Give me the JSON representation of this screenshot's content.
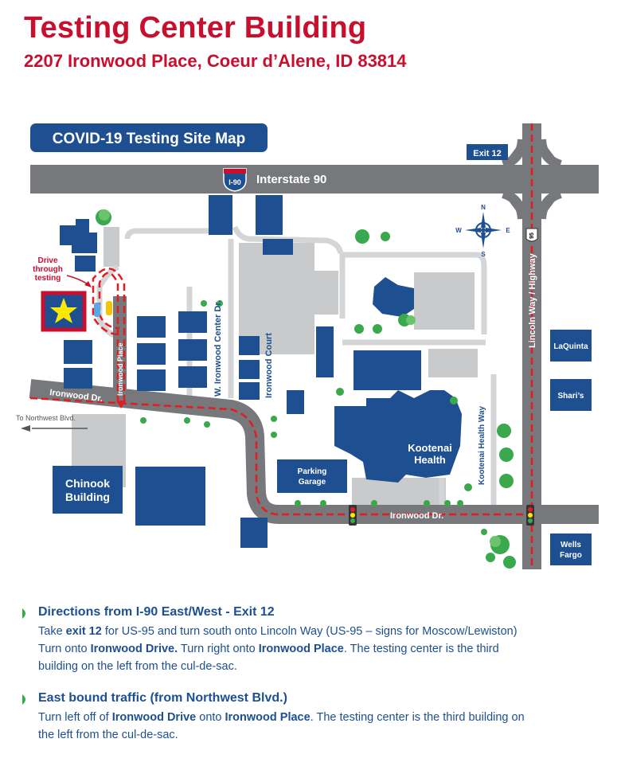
{
  "header": {
    "title": "Testing Center Building",
    "address": "2207 Ironwood Place, Coeur d’Alene, ID 83814"
  },
  "map": {
    "banner": "COVID-19 Testing Site Map",
    "exit_label": "Exit 12",
    "interstate_shield": "I-90",
    "interstate_label": "Interstate 90",
    "highway_shield": "95",
    "highway_label": "Lincoln Way / Highway",
    "compass": {
      "n": "N",
      "s": "S",
      "e": "E",
      "w": "W"
    },
    "drive_through": [
      "Drive",
      "through",
      "testing"
    ],
    "streets": {
      "ironwood_dr_west": "Ironwood Dr.",
      "ironwood_dr_east": "Ironwood Dr.",
      "ironwood_place": "Ironwood Place",
      "w_ironwood_center": "W. Ironwood Center Dr.",
      "ironwood_court": "Ironwood Court",
      "kootenai_health_way": "Kootenai Health Way"
    },
    "to_northwest": "To Northwest Blvd.",
    "buildings": {
      "chinook": [
        "Chinook",
        "Building"
      ],
      "parking": [
        "Parking",
        "Garage"
      ],
      "kootenai": [
        "Kootenai",
        "Health"
      ],
      "laquinta": "LaQuinta",
      "sharis": "Shari’s",
      "wells": [
        "Wells",
        "Fargo"
      ]
    },
    "colors": {
      "building": "#1d4f91",
      "road": "#77787b",
      "route": "#e31b23",
      "star": "#ffe800",
      "lot": "#c9cacc"
    }
  },
  "directions": [
    {
      "heading": "Directions from I-90 East/West - Exit 12",
      "line1_a": "Take ",
      "line1_b": "exit 12",
      "line1_c": " for US-95 and turn south onto Lincoln Way (US-95 – signs for Moscow/Lewiston)",
      "line2_a": "Turn onto ",
      "line2_b": "Ironwood Drive.",
      "line2_c": " Turn right onto ",
      "line2_d": "Ironwood Place",
      "line2_e": ". The testing center is the third",
      "line3": "building on the left from the cul-de-sac."
    },
    {
      "heading": "East bound traffic (from Northwest Blvd.)",
      "line1_a": "Turn left off of ",
      "line1_b": "Ironwood Drive",
      "line1_c": " onto ",
      "line1_d": "Ironwood Place",
      "line1_e": ". The testing center is the third building on",
      "line2": "the left from the cul-de-sac."
    }
  ]
}
